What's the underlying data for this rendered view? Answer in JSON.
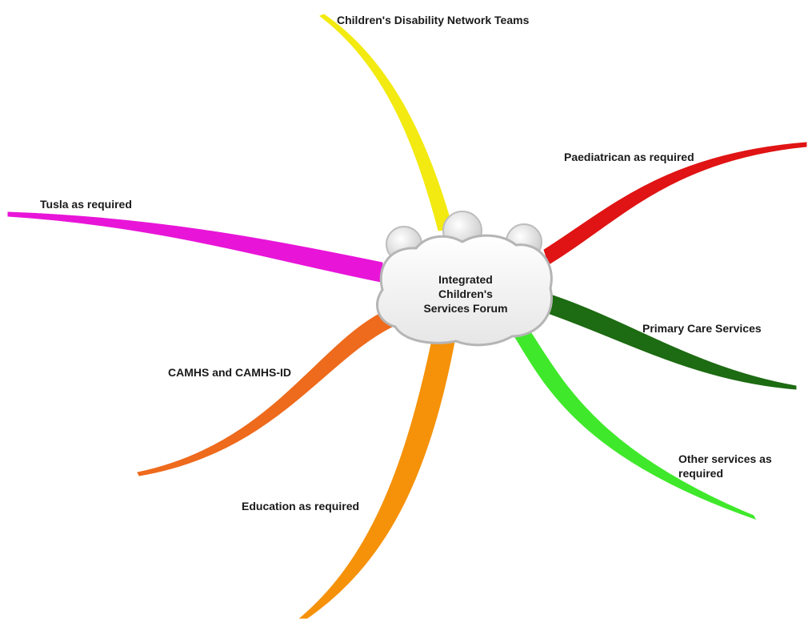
{
  "center": {
    "title": "Integrated Children's Services Forum"
  },
  "branches": [
    {
      "id": "disability",
      "label": "Children's Disability Network Teams",
      "color": "#f2ea10"
    },
    {
      "id": "paediatrician",
      "label": "Paediatrican as required",
      "color": "#e01414"
    },
    {
      "id": "tusla",
      "label": "Tusla as required",
      "color": "#e815d8"
    },
    {
      "id": "primary-care",
      "label": "Primary Care Services",
      "color": "#1d6b12"
    },
    {
      "id": "camhs",
      "label": "CAMHS and CAMHS-ID",
      "color": "#ee6a1c"
    },
    {
      "id": "other",
      "label": "Other services as required",
      "color": "#3fe82a"
    },
    {
      "id": "education",
      "label": "Education as required",
      "color": "#f5920a"
    }
  ]
}
